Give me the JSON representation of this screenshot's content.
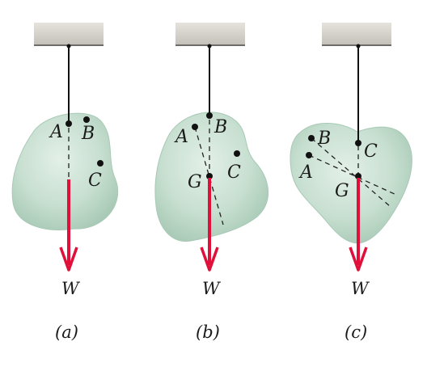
{
  "panels": [
    {
      "caption": "(a)",
      "labels": {
        "A": "A",
        "B": "B",
        "C": "C"
      },
      "weight_label": "W"
    },
    {
      "caption": "(b)",
      "labels": {
        "A": "A",
        "B": "B",
        "C": "C",
        "G": "G"
      },
      "weight_label": "W"
    },
    {
      "caption": "(c)",
      "labels": {
        "A": "A",
        "B": "B",
        "C": "C",
        "G": "G"
      },
      "weight_label": "W"
    }
  ],
  "colors": {
    "body_fill": "#c9e0d2",
    "body_edge": "#9fc2ae",
    "ceiling": "#d4d1ca",
    "ceiling_edge": "#6e6c68",
    "string": "#111111",
    "weight_arrow": "#e0103a"
  }
}
